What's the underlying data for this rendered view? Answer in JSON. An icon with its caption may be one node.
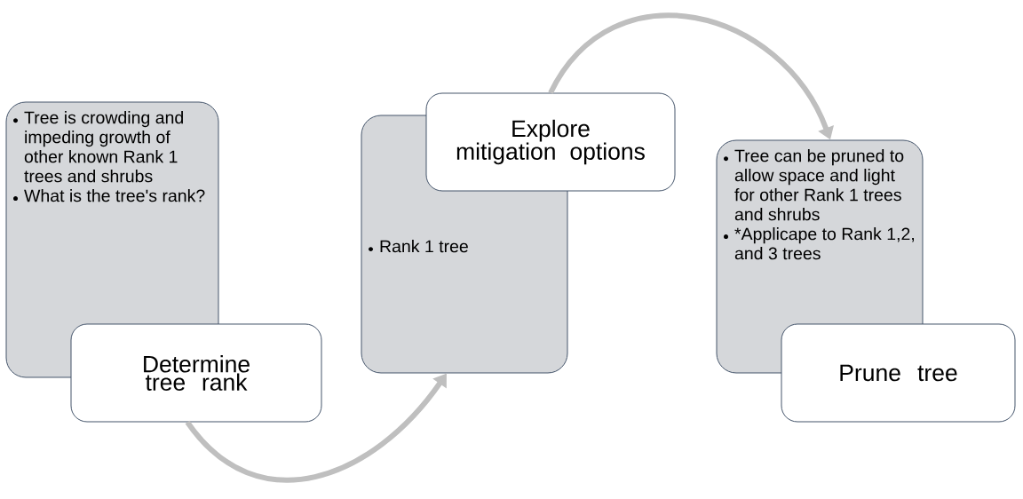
{
  "diagram": {
    "nodes": [
      {
        "text": [
          "Tree is crowding and impeding growth of other known Rank 1 trees and shrubs",
          "What is the tree's rank?"
        ]
      },
      {
        "text": [
          "Determine tree rank"
        ]
      },
      {
        "text": [
          "Rank 1 tree"
        ]
      },
      {
        "text": [
          "Explore mitigation options"
        ]
      },
      {
        "text": [
          "Tree can be pruned to allow space and light for other Rank 1 trees and shrubs",
          "*Applicape to Rank 1,2, and 3 trees"
        ]
      },
      {
        "text": [
          "Prune tree"
        ]
      }
    ],
    "edges": [
      {
        "from": 1,
        "to": 2,
        "arrow": "to"
      },
      {
        "from": 3,
        "to": 4,
        "arrow": "to"
      }
    ]
  }
}
